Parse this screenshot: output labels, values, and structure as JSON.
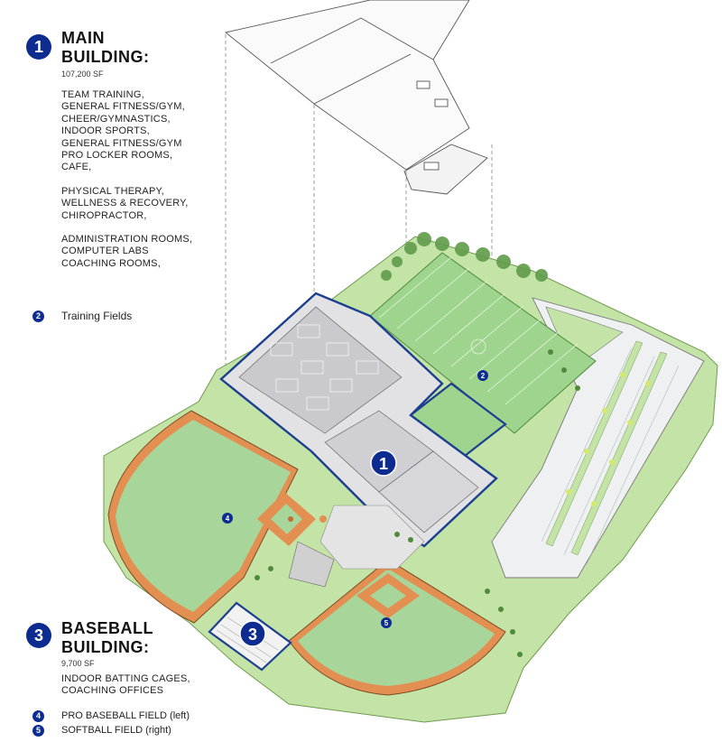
{
  "legend": {
    "main": {
      "number": "1",
      "title_line1": "MAIN",
      "title_line2": "BUILDING:",
      "area": "107,200 SF",
      "group1": [
        "TEAM TRAINING,",
        "GENERAL FITNESS/GYM,",
        "CHEER/GYMNASTICS,",
        "INDOOR SPORTS,",
        "GENERAL FITNESS/GYM",
        "PRO LOCKER ROOMS,",
        "CAFE,"
      ],
      "group2": [
        "PHYSICAL THERAPY,",
        "WELLNESS & RECOVERY,",
        "CHIROPRACTOR,"
      ],
      "group3": [
        "ADMINISTRATION ROOMS,",
        "COMPUTER LABS",
        "COACHING ROOMS,"
      ]
    },
    "training": {
      "number": "2",
      "label": "Training Fields"
    },
    "baseball_building": {
      "number": "3",
      "title_line1": "BASEBALL",
      "title_line2": "BUILDING:",
      "area": "9,700 SF",
      "items": [
        "INDOOR BATTING CAGES,",
        "COACHING OFFICES"
      ]
    },
    "pro_baseball": {
      "number": "4",
      "label": "PRO BASEBALL FIELD (left)"
    },
    "softball": {
      "number": "5",
      "label": "SOFTBALL FIELD (right)"
    }
  },
  "plan_markers": [
    "1",
    "2",
    "3",
    "4",
    "5"
  ],
  "colors": {
    "accent_blue": "#0e2c8f",
    "grass": "#bfe0a0",
    "field_green": "#a9d89a",
    "infield": "#e79a5e",
    "building_gray": "#d9d9dc",
    "outline_blue": "#1c3f8f"
  }
}
